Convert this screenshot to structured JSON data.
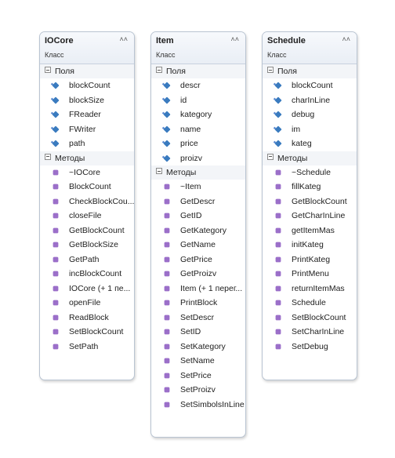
{
  "classes": [
    {
      "name": "IOCore",
      "kind": "Класс",
      "fields_label": "Поля",
      "fields": [
        "blockCount",
        "blockSize",
        "FReader",
        "FWriter",
        "path"
      ],
      "methods_label": "Методы",
      "methods": [
        "~IOCore",
        "BlockCount",
        "CheckBlockCou...",
        "closeFile",
        "GetBlockCount",
        "GetBlockSize",
        "GetPath",
        "incBlockCount",
        "IOCore (+ 1 пе...",
        "openFile",
        "ReadBlock",
        "SetBlockCount",
        "SetPath"
      ]
    },
    {
      "name": "Item",
      "kind": "Класс",
      "fields_label": "Поля",
      "fields": [
        "descr",
        "id",
        "kategory",
        "name",
        "price",
        "proizv"
      ],
      "methods_label": "Методы",
      "methods": [
        "~Item",
        "GetDescr",
        "GetID",
        "GetKategory",
        "GetName",
        "GetPrice",
        "GetProizv",
        "Item (+ 1 перег...",
        "PrintBlock",
        "SetDescr",
        "SetID",
        "SetKategory",
        "SetName",
        "SetPrice",
        "SetProizv",
        "SetSimbolsInLine"
      ]
    },
    {
      "name": "Schedule",
      "kind": "Класс",
      "fields_label": "Поля",
      "fields": [
        "blockCount",
        "charInLine",
        "debug",
        "im",
        "kateg"
      ],
      "methods_label": "Методы",
      "methods": [
        "~Schedule",
        "fillKateg",
        "GetBlockCount",
        "GetCharInLine",
        "getItemMas",
        "initKateg",
        "PrintKateg",
        "PrintMenu",
        "returnItemMas",
        "Schedule",
        "SetBlockCount",
        "SetCharInLine",
        "SetDebug"
      ]
    }
  ],
  "icons": {
    "collapse": "double-chevron-up-icon",
    "field": "field-icon",
    "method": "method-icon",
    "section_toggle": "minus-box-icon"
  },
  "colors": {
    "field_icon": "#3a7bbf",
    "method_icon": "#9b6fc9",
    "border": "#b9c4d2"
  }
}
